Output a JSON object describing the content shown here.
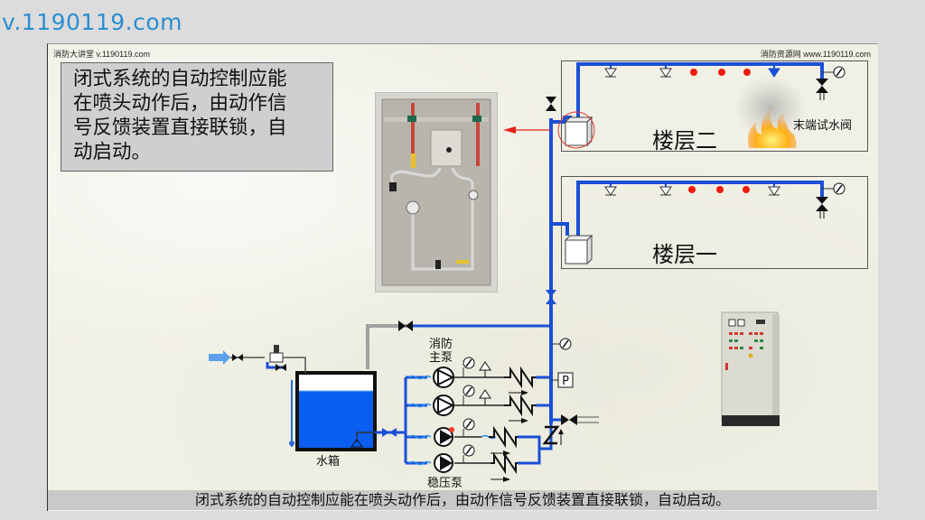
{
  "watermark_url": "v.1190119.com",
  "header": {
    "left": "消防大讲堂 v.1190119.com",
    "right": "消防资源网  www.1190119.com"
  },
  "textbox": {
    "lines": [
      "闭式系统的自动控制应能",
      "在喷头动作后，由动作信",
      "号反馈装置直接联锁，自",
      "动启动。"
    ]
  },
  "floors": [
    {
      "label": "楼层二",
      "sprinklers_active": 1,
      "fire": true
    },
    {
      "label": "楼层一",
      "sprinklers_active": 0,
      "fire": false
    }
  ],
  "labels": {
    "end_test_valve": "末端试水阀",
    "main_pump_line1": "消防",
    "main_pump_line2": "主泵",
    "pressure_pump": "稳压泵",
    "water_tank": "水箱",
    "pressure_switch": "P"
  },
  "colors": {
    "pipe": "#1a4fd6",
    "water": "#0a5ef0",
    "water_dot": "#ee1a0a",
    "arrow": "#e8221c",
    "inlet_arrow": "#5aa0ea"
  },
  "caption": "闭式系统的自动控制应能在喷头动作后，由动作信号反馈装置直接联锁，自动启动。"
}
